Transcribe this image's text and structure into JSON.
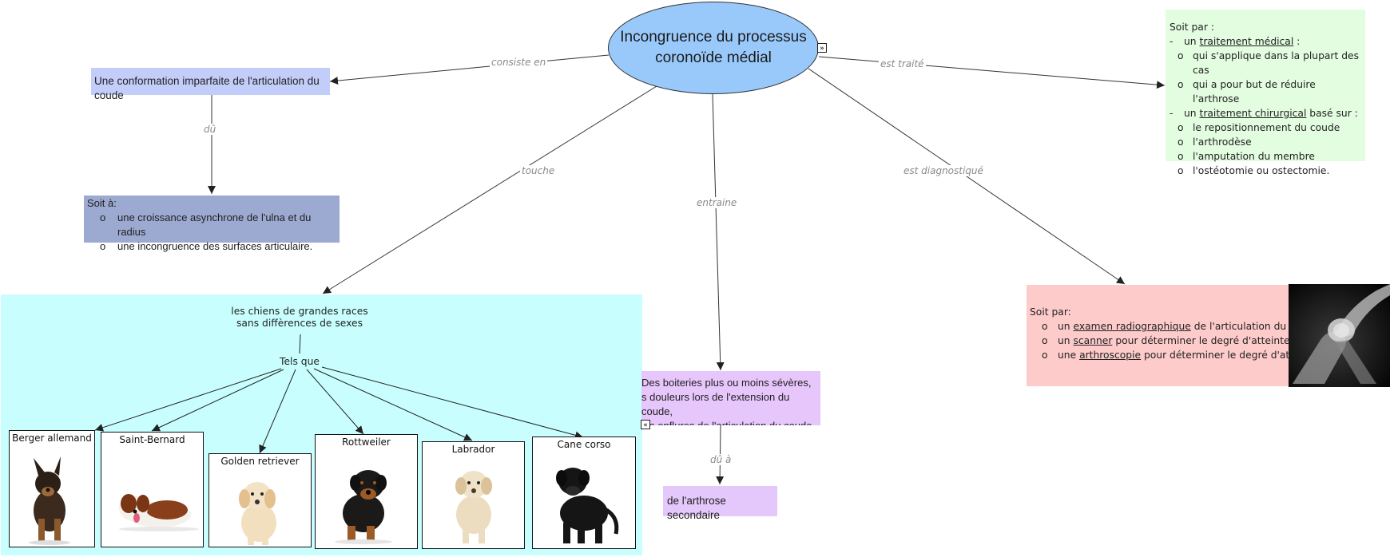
{
  "central": {
    "line1": "Incongruence du processus",
    "line2": "coronoïde médial"
  },
  "links": {
    "consiste_en": "consiste en",
    "du": "dû",
    "touche": "touche",
    "entraine": "entraine",
    "est_diagnostique": "est diagnostiqué",
    "est_traite": "est traité",
    "du_a": "dû à",
    "tels_que": "Tels que"
  },
  "conformation": {
    "text": "Une conformation imparfaite de l'articulation du coude"
  },
  "soit_a": {
    "title": "Soit à:",
    "bullet": "o",
    "items": [
      "une croissance asynchrone de l'ulna et du radius",
      "une incongruence des surfaces articulaire."
    ]
  },
  "treatment": {
    "title": "Soit par :",
    "dash": "-",
    "bullet": "o",
    "medical": {
      "pre": "un ",
      "link": "traitement médical",
      "post": " :"
    },
    "medical_items": [
      "qui s'applique dans la plupart des cas",
      "qui a pour but de réduire l'arthrose"
    ],
    "surgical": {
      "pre": "un ",
      "link": "traitement chirurgical",
      "post": " basé sur :"
    },
    "surgical_items": [
      "le repositionnement du coude",
      "l'arthrodèse",
      "l'amputation du membre",
      "l'ostéotomie ou ostectomie."
    ]
  },
  "diagnosis": {
    "title": "Soit par:",
    "bullet": "o",
    "items": [
      {
        "pre": "un ",
        "link": "examen radiographique",
        "post": " de l'articulation du coude"
      },
      {
        "pre": "un ",
        "link": "scanner",
        "post": " pour déterminer le degré d'atteinte"
      },
      {
        "pre": "une ",
        "link": "arthroscopie",
        "post": " pour déterminer le degré d'atteinte"
      }
    ]
  },
  "symptoms": {
    "lines": [
      "Des boiteries plus ou moins sévères,",
      "s douleurs lors de l'extension du coude,",
      "les enflures de l'articulation du coude"
    ]
  },
  "arthrose": {
    "text": "de l'arthrose secondaire"
  },
  "breeds": {
    "intro_line1": "les chiens de grandes races",
    "intro_line2": "sans diffèrences de sexes",
    "items": [
      {
        "name": "Berger allemand",
        "icon": "german-shepherd-puppy-photo"
      },
      {
        "name": "Saint-Bernard",
        "icon": "saint-bernard-puppy-photo"
      },
      {
        "name": "Golden retriever",
        "icon": "golden-retriever-puppy-photo"
      },
      {
        "name": "Rottweiler",
        "icon": "rottweiler-puppy-photo"
      },
      {
        "name": "Labrador",
        "icon": "labrador-puppy-photo"
      },
      {
        "name": "Cane corso",
        "icon": "cane-corso-puppy-photo"
      }
    ]
  },
  "toggles": {
    "expand": "»",
    "collapse": "«"
  },
  "colors": {
    "central": "#99c9fb",
    "conformation": "#c3cdfa",
    "soit_a": "#9ca9d0",
    "treatment": "#e3fde0",
    "diagnosis": "#fecbcb",
    "symptoms": "#e6c6fb",
    "arthrose": "#e4c8fb",
    "breeds": "#c8fffe"
  }
}
